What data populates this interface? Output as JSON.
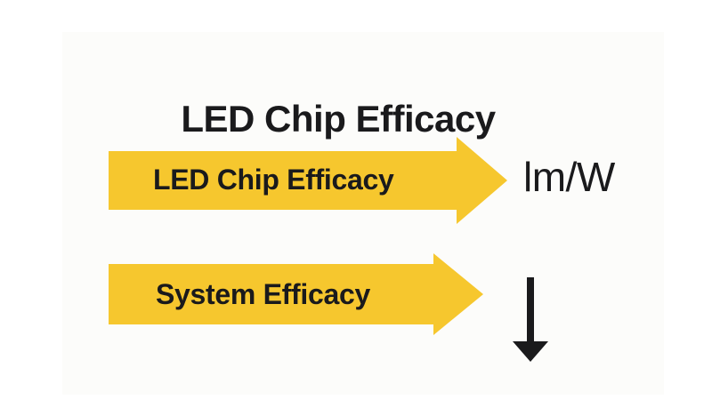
{
  "slide": {
    "title": "LED Chip Efficacy"
  },
  "arrows": {
    "chip": {
      "label": "LED Chip Efficacy",
      "unit": "lm/W"
    },
    "system": {
      "label": "System Efficacy",
      "trend_icon": "down-arrow"
    }
  },
  "colors": {
    "arrow_yellow": "#F6C72E",
    "ink": "#1A1A1C",
    "panel_background": "#FCFCFA",
    "background": "#FFFFFF"
  }
}
